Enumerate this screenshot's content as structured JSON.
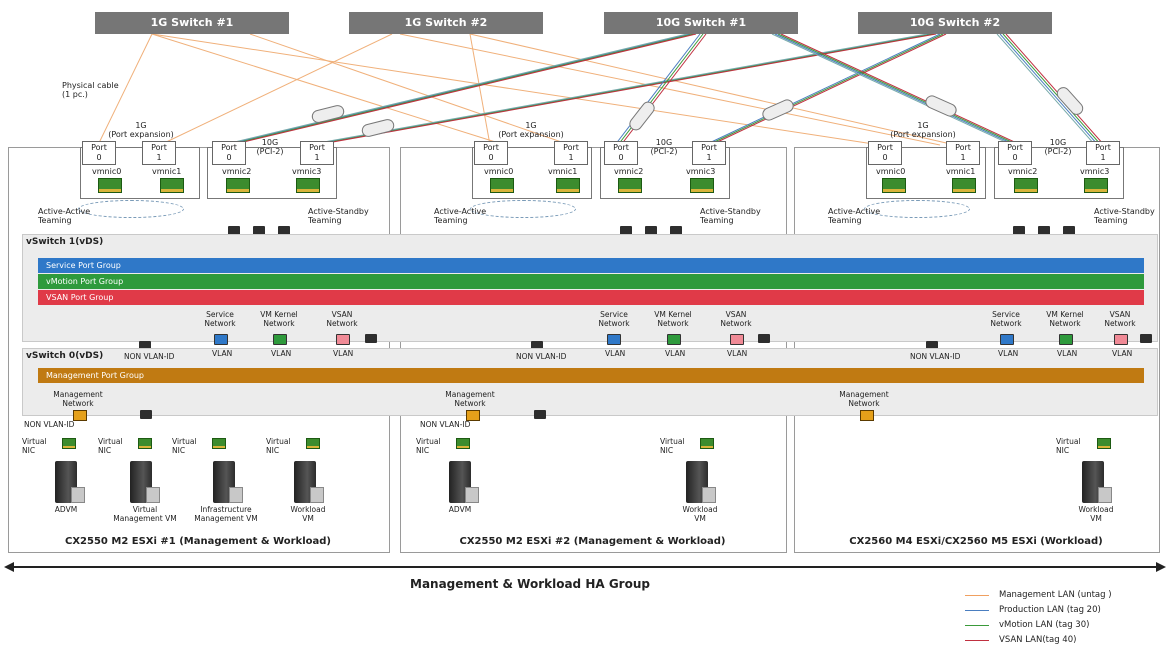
{
  "switches": [
    "1G Switch #1",
    "1G Switch #2",
    "10G Switch #1",
    "10G Switch #2"
  ],
  "physical_cable": [
    "Physical cable",
    "(1 pc.)"
  ],
  "hosts": [
    {
      "title": "CX2550  M2 ESXi #1 (Management & Workload)",
      "vms": [
        [
          "ADVM"
        ],
        [
          "Virtual",
          "Management VM"
        ],
        [
          "Infrastructure",
          "Management VM"
        ],
        [
          "Workload",
          "VM"
        ]
      ]
    },
    {
      "title": "CX2550  M2 ESXi #2 (Management & Workload)",
      "vms": [
        [
          "ADVM"
        ],
        [
          "Workload",
          "VM"
        ]
      ]
    },
    {
      "title": "CX2560  M4 ESXi/CX2560  M5 ESXi  (Workload)",
      "vms": [
        [
          "Workload",
          "VM"
        ]
      ]
    }
  ],
  "nic_groups": {
    "one_g": [
      "1G",
      "(Port expansion)"
    ],
    "ten_g": [
      "10G",
      "(PCI-2)"
    ],
    "ports": [
      [
        "Port",
        "0"
      ],
      [
        "Port",
        "1"
      ]
    ],
    "vmnics": [
      "vmnic0",
      "vmnic1",
      "vmnic2",
      "vmnic3"
    ]
  },
  "teaming": {
    "active_active": [
      "Active-Active",
      "Teaming"
    ],
    "active_standby": [
      "Active-Standby",
      "Teaming"
    ]
  },
  "vswitch1": {
    "title": "vSwitch 1(vDS)",
    "port_groups": [
      "Service Port Group",
      "vMotion Port Group",
      "VSAN Port Group"
    ]
  },
  "vswitch0": {
    "title": "vSwitch 0(vDS)",
    "port_groups": [
      "Management Port Group"
    ]
  },
  "networks": {
    "service": [
      "Service",
      "Network"
    ],
    "vmkernel": [
      "VM Kernel",
      "Network"
    ],
    "vsan": [
      "VSAN",
      "Network"
    ],
    "vlan": "VLAN",
    "non_vlan": "NON VLAN-ID",
    "management": [
      "Management",
      "Network"
    ],
    "virtual_nic": [
      "Virtual",
      "NIC"
    ]
  },
  "group_label": "Management & Workload HA Group",
  "legend": [
    {
      "label": "Management LAN (untag )",
      "color": "#f0a060"
    },
    {
      "label": "Production LAN (tag 20)",
      "color": "#4a7ec0"
    },
    {
      "label": "vMotion LAN (tag 30)",
      "color": "#3a9a3a"
    },
    {
      "label": "VSAN LAN(tag 40)",
      "color": "#c03040"
    }
  ],
  "colors": {
    "service": "#2f78c8",
    "vmotion": "#2e9a3c",
    "vsan": "#e03a48",
    "management": "#c07a12"
  }
}
